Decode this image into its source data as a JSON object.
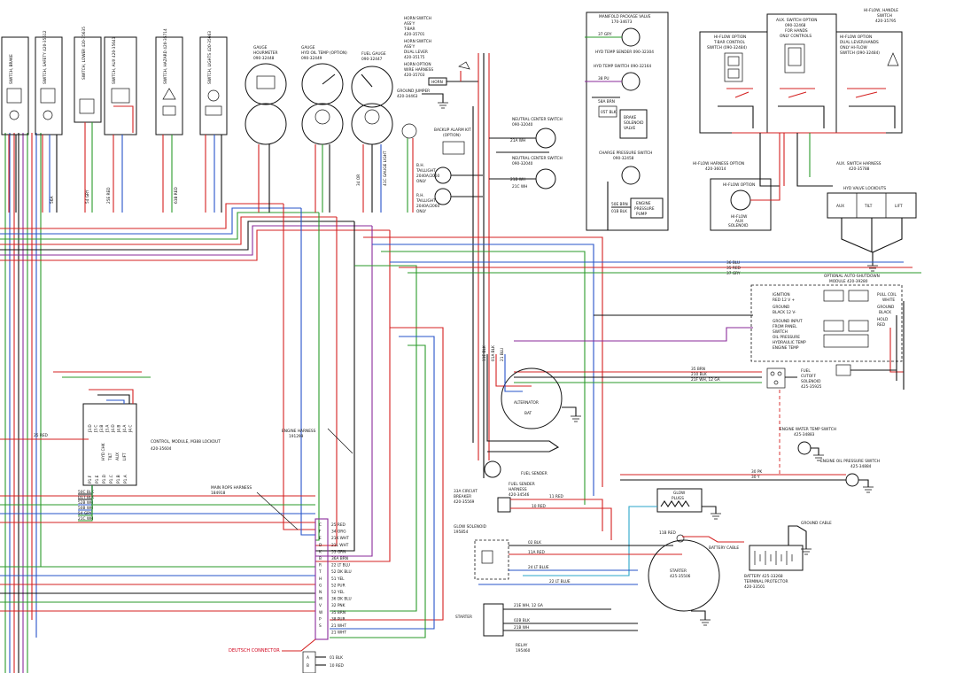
{
  "switches": {
    "brake": "SWITCH, BRAKE",
    "safety": "SWITCH, SAFETY 420-35612",
    "lower": "SWITCH, LOWER 420-35635",
    "aux": "SWITCH, AUX 420-35641",
    "hazard": "SWITCH, HAZARD 420-35714",
    "lights": "SWITCH, LIGHTS 420-35663"
  },
  "gauges": {
    "hourmeter": [
      "GAUGE",
      "HOURMETER",
      "090-32448"
    ],
    "hyd_oil": [
      "GAUGE",
      "HYD OIL TEMP (OPTION)",
      "090-32449"
    ],
    "fuel": [
      "FUEL GAUGE",
      "090-32447"
    ]
  },
  "horn": {
    "switch_tbar": [
      "HORN SWITCH",
      "ASS'Y",
      "T-BAR",
      "420-35701"
    ],
    "switch_lever": [
      "HORN SWITCH",
      "ASS'Y",
      "DUAL LEVER",
      "420-35175"
    ],
    "harness": [
      "HORN OPTION",
      "WIRE HARNESS",
      "420-35703"
    ],
    "horn_label": "HORN",
    "ground_jumper": [
      "GROUND JUMPER",
      "420-34463"
    ]
  },
  "backup_alarm": [
    "BACKUP ALARM KIT",
    "(OPTION)"
  ],
  "taillights": {
    "a": [
      "B.H.",
      "TAILLIGHT",
      "2040A/2060",
      "ONLY"
    ],
    "b": [
      "R.H.",
      "TAILLIGHT",
      "2040A/2060",
      "ONLY"
    ]
  },
  "manifold": {
    "title": [
      "MANIFOLD PACKAGE VALVE",
      "170-34673"
    ],
    "hyd_temp_sender": "HYD TEMP SENDER 090-32304",
    "hyd_temp_switch": "HYD TEMP SWITCH 090-32164",
    "brake_solenoid": [
      "BRAKE",
      "SOLENOID",
      "VALVE"
    ],
    "charge_pressure": [
      "CHARGE PRESSURE SWITCH",
      "090-32458"
    ],
    "engine_pressure": [
      "ENGINE",
      "PRESSURE",
      "PUMP"
    ]
  },
  "neutral": {
    "a": [
      "NEUTRAL CENTER SWITCH",
      "090-32040"
    ],
    "b": [
      "NEUTRAL CENTER SWITCH",
      "090-32040"
    ]
  },
  "hiflow": {
    "tbar": [
      "HI-FLOW OPTION",
      "T-BAR CONTROL",
      "SWITCH (090-32484)"
    ],
    "aux_switch": [
      "AUX. SWITCH OPTION",
      "090-32468",
      "FOR HANDS",
      "ONLY CONTROLS"
    ],
    "dual_lever": [
      "HI-FLOW OPTION",
      "DUAL LEVER/HANDS",
      "ONLY HI-FLOW",
      "SWITCH (090-32484)"
    ],
    "handle_switch": [
      "HI-FLOW, HANDLE",
      "SWITCH",
      "420-35795"
    ],
    "harness": [
      "HI-FLOW HARNESS OPTION",
      "420-36014"
    ],
    "aux_harness": [
      "AUX. SWITCH HARNESS",
      "420-35788"
    ],
    "solenoid": [
      "HI-FLOW OPTION",
      "HI-FLOW",
      "AUX",
      "SOLENOID"
    ]
  },
  "valve_lockouts": {
    "title": "HYD VALVE LOCKOUTS",
    "items": [
      "AUX",
      "TILT",
      "LIFT"
    ]
  },
  "shutdown": {
    "title": [
      "OPTIONAL AUTO-SHUTDOWN",
      "MODULE 420-39280"
    ],
    "ignition": [
      "IGNITION",
      "RED 12 V +"
    ],
    "ground": [
      "GROUND",
      "BLACK 12 V-"
    ],
    "pull_coil": [
      "PULL COIL",
      "WHITE"
    ],
    "ground_r": [
      "GROUND",
      "BLACK"
    ],
    "hold": [
      "HOLD",
      "RED"
    ],
    "inputs": [
      "GROUND INPUT",
      "FROM PANEL",
      "SWITCH",
      "OIL PRESSURE",
      "HYDRAULIC TEMP",
      "ENGINE TEMP"
    ]
  },
  "fuel_cutoff": [
    "FUEL",
    "CUTOFF",
    "SOLENOID",
    "425-35925"
  ],
  "alternator": [
    "ALTERNATOR",
    "BAT"
  ],
  "fuel_sender": [
    "FUEL SENDER",
    "FUEL SENDER",
    "HARNESS",
    "420-34546"
  ],
  "circuit_breaker": [
    "33A CIRCUIT",
    "BREAKER",
    "420-35569"
  ],
  "glow_plugs": [
    "GLOW",
    "PLUGS"
  ],
  "glow_solenoid": [
    "GLOW SOLENOID",
    "195854"
  ],
  "starter": {
    "motor": [
      "STARTER",
      "425-35506"
    ],
    "relay": [
      "RELAY",
      "195460"
    ],
    "label": "STARTER"
  },
  "battery": {
    "cable": "BATTERY CABLE",
    "ground_cable": "GROUND CABLE",
    "battery": [
      "BATTERY 425-33268",
      "TERMINAL PROTECTOR",
      "420-33501"
    ]
  },
  "engine_temp": [
    "ENGINE WATER TEMP SWITCH",
    "425-34883"
  ],
  "oil_pressure": [
    "ENGINE OIL PRESSURE SWITCH",
    "425-34884"
  ],
  "control_module": [
    "CONTROL, MODULE, M388 LOCKOUT",
    "420-35604"
  ],
  "engine_harness": [
    "ENGINE HARNESS",
    "191299"
  ],
  "rops_harness": [
    "MAIN ROPS HARNESS",
    "184918"
  ],
  "deutsch": "DEUTSCH CONNECTOR",
  "connector_pins": [
    {
      "pin": "C",
      "wire": "25 RED"
    },
    {
      "pin": "F",
      "wire": "34 ORG"
    },
    {
      "pin": "E",
      "wire": "21K WHT"
    },
    {
      "pin": "D",
      "wire": "21L WHT"
    },
    {
      "pin": "K",
      "wire": "53 GRN"
    },
    {
      "pin": "B",
      "wire": "36A BRN"
    },
    {
      "pin": "R",
      "wire": "22 LT BLU"
    },
    {
      "pin": "T",
      "wire": "52 DK BLU"
    },
    {
      "pin": "H",
      "wire": "51 YEL"
    },
    {
      "pin": "G",
      "wire": "52 PUR"
    },
    {
      "pin": "N",
      "wire": "52 YEL"
    },
    {
      "pin": "M",
      "wire": "36 DK BLU"
    },
    {
      "pin": "V",
      "wire": "32 PNK"
    },
    {
      "pin": "W",
      "wire": "35 BRN"
    },
    {
      "pin": "P",
      "wire": "38 PUR"
    },
    {
      "pin": "S",
      "wire": "21 WHT"
    },
    {
      "pin": "",
      "wire": "21 WHT"
    }
  ],
  "lower_pins": [
    {
      "pin": "A",
      "wire": "01 BLK"
    },
    {
      "pin": "B",
      "wire": "10 RED"
    }
  ],
  "module_wires": [
    "50C BLK",
    "D1T BLK",
    "52B WH",
    "50B WH",
    "54 GRY",
    "21C WH"
  ],
  "module_pins_top": [
    "J3.D",
    "J3.C",
    "J3.B",
    "J3.A",
    "J4.D",
    "J4.B",
    "J4.A",
    "J4.C"
  ],
  "module_pins_bot": [
    "P1.F",
    "P1.E",
    "P1.D",
    "P1.C",
    "P1.B",
    "P1.A"
  ],
  "module_groups": [
    "HYD CHK",
    "TILT",
    "AUX",
    "LIFT"
  ],
  "wire_labels": {
    "w25red": "25 RED",
    "w36blu": "36 BLU",
    "w30pk": "30 PK",
    "w30y": "30 Y",
    "w35brn": "35 BRN",
    "w210blk": "210 BLK",
    "w21f": "21F WH, 12 GA",
    "w11red": "11 RED",
    "w10red": "10 RED",
    "w02blk": "02 BLK",
    "w11a": "11A RED",
    "w24": "24 LT BLUE",
    "w22": "22 LT BLUE",
    "w21e": "21E WH, 12 GA",
    "w21b": "21B WH",
    "w21a": "21A WH",
    "w02b": "02B BLK",
    "w11b": "11B RED",
    "w37": "37 GRY",
    "w38": "38 PU",
    "w58a": "58A BRN",
    "w05t": "05T BLK",
    "w50e": "50E BRN",
    "w01b": "01B BLK",
    "w21m": "21M WH",
    "w21c": "21C WH",
    "w54": "54 GRY",
    "w25e": "25E RED",
    "w63": "63B RED",
    "w41": "41C GAUGE LIGHT",
    "w34": "34 OR",
    "w56": "56A",
    "w53a": "53A",
    "w53": "53",
    "w01a": "01A BLK",
    "w11e": "11E BLK",
    "w21": "21 BLU",
    "w35": "35 RED"
  }
}
